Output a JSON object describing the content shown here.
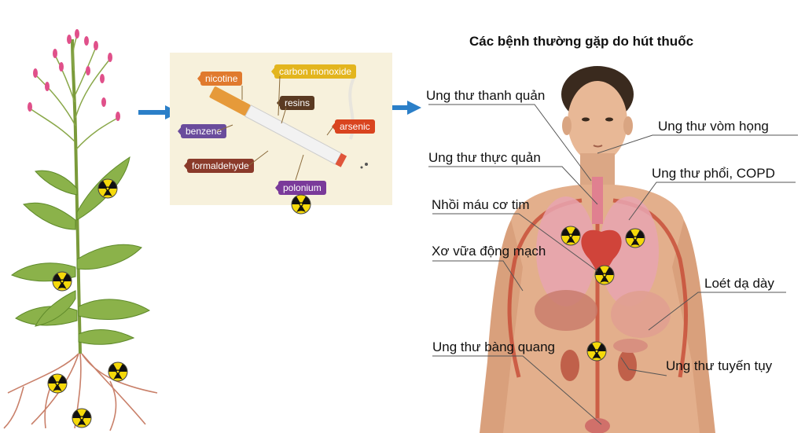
{
  "title": "Các bệnh thường gặp do hút thuốc",
  "chemicals": {
    "nicotine": "nicotine",
    "carbon_monoxide": "carbon monoxide",
    "resins": "resins",
    "benzene": "benzene",
    "arsenic": "arsenic",
    "formaldehyde": "formaldehyde",
    "polonium": "polonium"
  },
  "diseases": {
    "larynx": "Ung thư thanh quản",
    "nasopharynx": "Ung thư vòm họng",
    "esophagus": "Ung thư thực quản",
    "lung": "Ung thư phổi, COPD",
    "heart": "Nhồi máu cơ tim",
    "atherosclerosis": "Xơ vữa động mạch",
    "stomach": "Loét dạ dày",
    "bladder": "Ung thư bàng quang",
    "pancreas": "Ung thư tuyến tụy"
  },
  "colors": {
    "arrow": "#2b7fc8",
    "nicotine": "#e07a2e",
    "carbon_monoxide": "#e3b51e",
    "resins": "#5a3a22",
    "benzene": "#6a4c9c",
    "arsenic": "#d9441f",
    "formaldehyde": "#8a3a2a",
    "polonium": "#7a3a9a",
    "radiation_yellow": "#f5d90a"
  }
}
